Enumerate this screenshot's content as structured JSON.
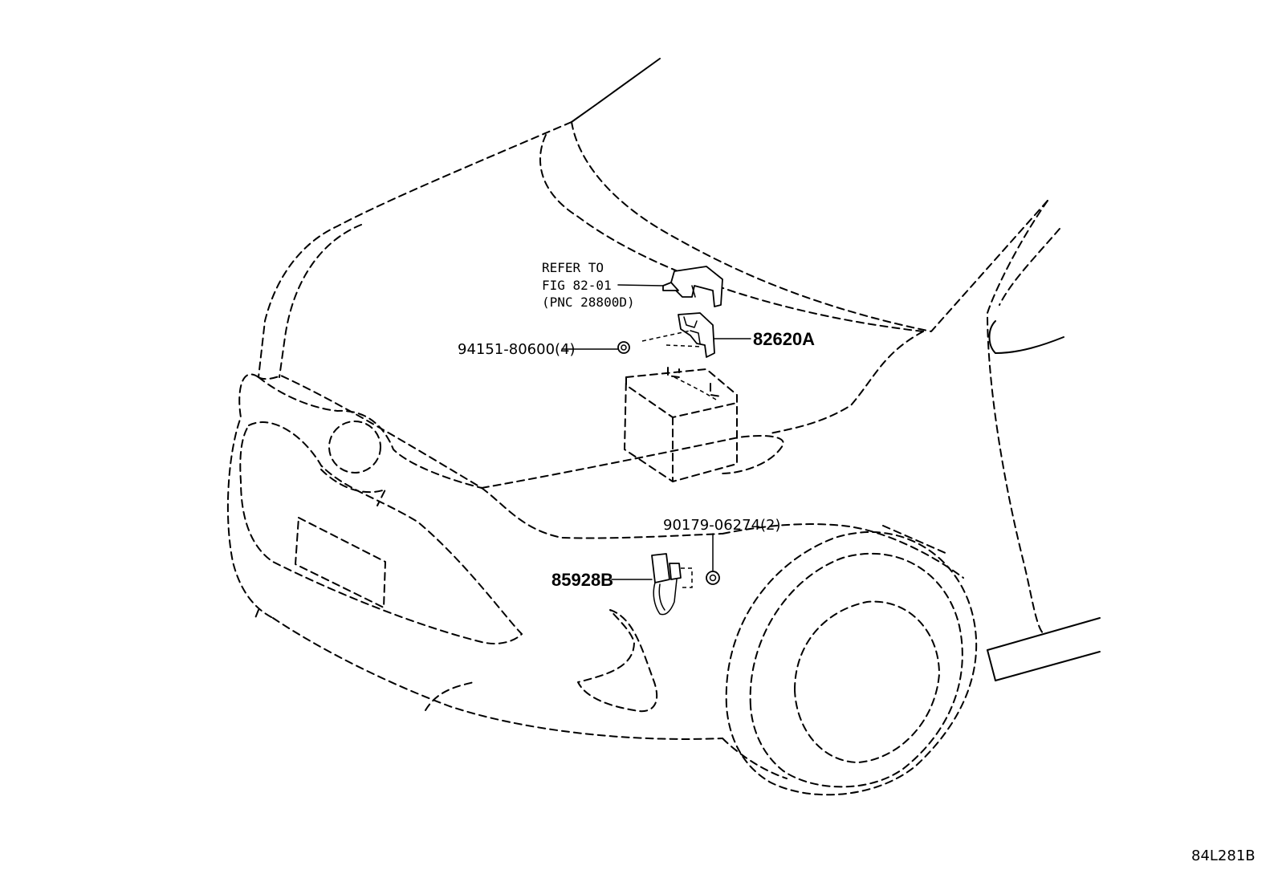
{
  "callouts": {
    "refer_line1": "REFER TO",
    "refer_line2": "FIG 82-01",
    "refer_line3": "(PNC 28800D)",
    "part_82620A": "82620A",
    "part_94151": "94151-80600(4)",
    "part_90179": "90179-06274(2)",
    "part_85928B": "85928B"
  },
  "illustration_code": "84L281B"
}
